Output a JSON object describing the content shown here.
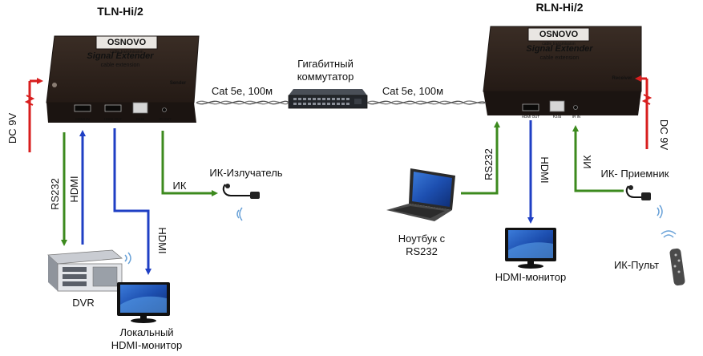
{
  "devices": {
    "sender": {
      "model": "TLN-Hi/2",
      "brand": "OSNOVO",
      "brand_sub": "cable transmission",
      "product": "Signal Extender",
      "product_sub": "cable extension",
      "role": "Sender",
      "ports": [
        "HDMI IN",
        "HDMI OUT",
        "RJ45",
        "IR OUT"
      ]
    },
    "receiver": {
      "model": "RLN-Hi/2",
      "brand": "OSNOVO",
      "brand_sub": "cable transmission",
      "product": "Signal Extender",
      "product_sub": "cable extension",
      "role": "Receiver",
      "ports": [
        "HDMI OUT",
        "RJ45",
        "IR IN"
      ]
    }
  },
  "switch": {
    "line1": "Гигабитный",
    "line2": "коммутатор"
  },
  "links": {
    "cable_left": "Cat 5e, 100м",
    "cable_right": "Cat 5e, 100м"
  },
  "power": {
    "left": "DC 9V",
    "right": "DC 9V"
  },
  "signals": {
    "rs232_left": "RS232",
    "hdmi_left": "HDMI",
    "hdmi_local": "HDMI",
    "ir_left": "ИК",
    "rs232_right": "RS232",
    "hdmi_right": "HDMI",
    "ir_right": "ИК"
  },
  "endpoints": {
    "dvr": "DVR",
    "local_monitor_1": "Локальный",
    "local_monitor_2": "HDMI-монитор",
    "ir_emitter": "ИК-Излучатель",
    "laptop_1": "Ноутбук с",
    "laptop_2": "RS232",
    "hdmi_monitor": "HDMI-монитор",
    "ir_receiver": "ИК- Приемник",
    "ir_remote": "ИК-Пульт"
  },
  "colors": {
    "green": "#3c8a1e",
    "blue": "#1f3fc4",
    "red": "#d81e1e",
    "device_body": "#2b211b"
  }
}
